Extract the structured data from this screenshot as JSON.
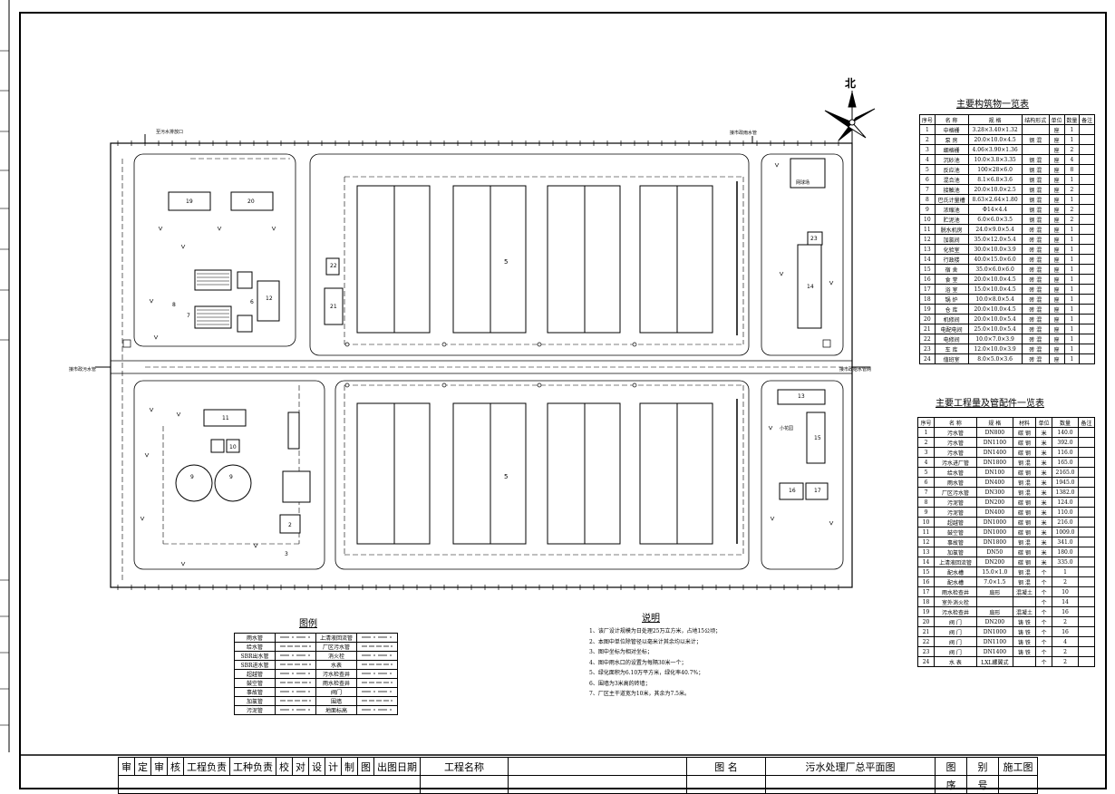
{
  "north_label": "北",
  "title_block": {
    "cells": [
      "审",
      "定",
      "审",
      "核",
      "工程负责",
      "工种负责",
      "校",
      "对",
      "设",
      "计",
      "制",
      "图",
      "出图日期"
    ],
    "project_name_label": "工程名称",
    "drawing_name_label": "图  名",
    "drawing_name": "污水处理厂总平面图",
    "category_label": "图",
    "category_label2": "别",
    "category_value": "施工图",
    "serial_label": "序",
    "serial_label2": "号"
  },
  "legend": {
    "title": "图例",
    "rows": [
      [
        "雨水管",
        "上清液回流管"
      ],
      [
        "给水管",
        "厂区污水管"
      ],
      [
        "SBR出水管",
        "消火栓"
      ],
      [
        "SBR进水管",
        "水表"
      ],
      [
        "超越管",
        "污水检查井"
      ],
      [
        "鼓空管",
        "雨水检查井"
      ],
      [
        "事故管",
        "阀门"
      ],
      [
        "加氯管",
        "围墙"
      ],
      [
        "污泥管",
        "地面标高"
      ]
    ]
  },
  "notes": {
    "title": "说明",
    "items": [
      "1、该厂设计规模为日处理25万立方米，占地15公顷；",
      "2、本图中单位除管径以毫米计其余均以米计；",
      "3、图中坐标为相对坐标；",
      "4、图中雨水口的设置为每隔30米一个；",
      "5、绿化面积为6.10万平方米，绿化率40.7%；",
      "6、围墙为3米高的砖墙；",
      "7、厂区主干道宽为10米，其余为7.5米。"
    ]
  },
  "structures_table": {
    "title": "主要构筑物一览表",
    "headers": [
      "序号",
      "名  称",
      "规  格",
      "结构形式",
      "单位",
      "数量",
      "备注"
    ],
    "rows": [
      [
        "1",
        "中格栅",
        "3.28×3.40×1.32",
        "",
        "座",
        "1",
        ""
      ],
      [
        "2",
        "泵 房",
        "20.0×10.0×4.5",
        "钢 混",
        "座",
        "1",
        ""
      ],
      [
        "3",
        "细格栅",
        "4.06×3.90×1.36",
        "",
        "座",
        "2",
        ""
      ],
      [
        "4",
        "沉砂池",
        "10.0×3.8×3.35",
        "钢 混",
        "座",
        "4",
        ""
      ],
      [
        "5",
        "反应池",
        "100×28×6.0",
        "钢 混",
        "座",
        "8",
        ""
      ],
      [
        "6",
        "混合池",
        "8.1×6.8×3.6",
        "钢 混",
        "座",
        "1",
        ""
      ],
      [
        "7",
        "接触池",
        "20.0×10.0×2.5",
        "钢 混",
        "座",
        "2",
        ""
      ],
      [
        "8",
        "巴氏计量槽",
        "8.63×2.64×1.80",
        "钢 混",
        "座",
        "1",
        ""
      ],
      [
        "9",
        "浓缩池",
        "Φ14×4.4",
        "钢 混",
        "座",
        "2",
        ""
      ],
      [
        "10",
        "贮泥池",
        "6.0×6.0×3.5",
        "钢 混",
        "座",
        "2",
        ""
      ],
      [
        "11",
        "脱水机房",
        "24.0×9.0×5.4",
        "砖 混",
        "座",
        "1",
        ""
      ],
      [
        "12",
        "加氯间",
        "35.0×12.0×5.4",
        "砖 混",
        "座",
        "1",
        ""
      ],
      [
        "13",
        "化验室",
        "30.0×10.0×3.9",
        "砖 混",
        "座",
        "1",
        ""
      ],
      [
        "14",
        "行政楼",
        "40.0×15.0×6.0",
        "砖 混",
        "座",
        "1",
        ""
      ],
      [
        "15",
        "宿 舍",
        "35.0×6.0×6.0",
        "砖 混",
        "座",
        "1",
        ""
      ],
      [
        "16",
        "食 堂",
        "20.0×10.0×4.5",
        "砖 混",
        "座",
        "1",
        ""
      ],
      [
        "17",
        "浴 室",
        "15.0×10.0×4.5",
        "砖 混",
        "座",
        "1",
        ""
      ],
      [
        "18",
        "锅 炉",
        "10.0×8.0×5.4",
        "砖 混",
        "座",
        "1",
        ""
      ],
      [
        "19",
        "仓 库",
        "20.0×10.0×4.5",
        "砖 混",
        "座",
        "1",
        ""
      ],
      [
        "20",
        "机修间",
        "20.0×10.0×5.4",
        "砖 混",
        "座",
        "1",
        ""
      ],
      [
        "21",
        "电配电间",
        "25.0×10.0×5.4",
        "砖 混",
        "座",
        "1",
        ""
      ],
      [
        "22",
        "电修间",
        "10.0×7.0×3.9",
        "砖 混",
        "座",
        "1",
        ""
      ],
      [
        "23",
        "车 库",
        "12.0×10.0×3.9",
        "砖 混",
        "座",
        "1",
        ""
      ],
      [
        "24",
        "值班室",
        "8.0×5.0×3.6",
        "砖 混",
        "座",
        "1",
        ""
      ]
    ]
  },
  "materials_table": {
    "title": "主要工程量及管配件一览表",
    "headers": [
      "序号",
      "名 称",
      "规 格",
      "材料",
      "单位",
      "数量",
      "备注"
    ],
    "rows": [
      [
        "1",
        "污水管",
        "DN800",
        "碳 钢",
        "米",
        "140.0",
        ""
      ],
      [
        "2",
        "污水管",
        "DN1100",
        "碳 钢",
        "米",
        "392.0",
        ""
      ],
      [
        "3",
        "污水管",
        "DN1400",
        "碳 钢",
        "米",
        "116.0",
        ""
      ],
      [
        "4",
        "污水进厂管",
        "DN1800",
        "钢 混",
        "米",
        "165.0",
        ""
      ],
      [
        "5",
        "给水管",
        "DN100",
        "碳 钢",
        "米",
        "2165.0",
        ""
      ],
      [
        "6",
        "雨水管",
        "DN400",
        "钢 混",
        "米",
        "1945.0",
        ""
      ],
      [
        "7",
        "厂区污水管",
        "DN300",
        "钢 混",
        "米",
        "1382.0",
        ""
      ],
      [
        "8",
        "污泥管",
        "DN200",
        "碳 钢",
        "米",
        "124.0",
        ""
      ],
      [
        "9",
        "污泥管",
        "DN400",
        "碳 钢",
        "米",
        "110.0",
        ""
      ],
      [
        "10",
        "超越管",
        "DN1000",
        "碳 钢",
        "米",
        "216.0",
        ""
      ],
      [
        "11",
        "鼓空管",
        "DN1000",
        "碳 钢",
        "米",
        "1009.0",
        ""
      ],
      [
        "12",
        "事故管",
        "DN1800",
        "钢 混",
        "米",
        "341.0",
        ""
      ],
      [
        "13",
        "加氯管",
        "DN50",
        "碳 钢",
        "米",
        "180.0",
        ""
      ],
      [
        "14",
        "上清液回流管",
        "DN200",
        "碳 钢",
        "米",
        "335.0",
        ""
      ],
      [
        "15",
        "配水槽",
        "15.0×1.0",
        "钢 混",
        "个",
        "1",
        ""
      ],
      [
        "16",
        "配水槽",
        "7.0×1.5",
        "钢 混",
        "个",
        "2",
        ""
      ],
      [
        "17",
        "雨水检查井",
        "扇形",
        "混凝土",
        "个",
        "10",
        ""
      ],
      [
        "18",
        "室外消火栓",
        "",
        "",
        "个",
        "14",
        ""
      ],
      [
        "19",
        "污水检查井",
        "扇形",
        "混凝土",
        "个",
        "16",
        ""
      ],
      [
        "20",
        "阀 门",
        "DN200",
        "铸 铁",
        "个",
        "2",
        ""
      ],
      [
        "21",
        "阀 门",
        "DN1000",
        "铸 铁",
        "个",
        "16",
        ""
      ],
      [
        "22",
        "阀 门",
        "DN1100",
        "铸 铁",
        "个",
        "4",
        ""
      ],
      [
        "23",
        "阀 门",
        "DN1400",
        "铸 铁",
        "个",
        "2",
        ""
      ],
      [
        "24",
        "水 表",
        "LXL螺翼式",
        "",
        "个",
        "2",
        ""
      ]
    ]
  },
  "plan_labels": {
    "outfall": "至污水排放口",
    "rain_pipe": "接市政雨水管",
    "sewer_in_left": "接市政污水管",
    "sewer_in_right": "接市政给水管网",
    "garden": "小花园",
    "court": "网球场"
  },
  "tank_numbers": [
    "5",
    "5"
  ],
  "building_numbers": [
    "19",
    "20",
    "21",
    "22",
    "12",
    "6",
    "8",
    "7",
    "11",
    "10",
    "9",
    "9",
    "2",
    "3",
    "13",
    "14",
    "15",
    "16",
    "17",
    "23"
  ]
}
